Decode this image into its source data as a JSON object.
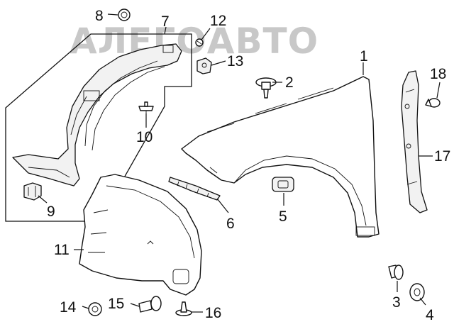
{
  "watermark": {
    "text": "АЛЕГОАВТО",
    "color": "#c8c8c8"
  },
  "callouts": [
    {
      "id": "c1",
      "label": "1"
    },
    {
      "id": "c2",
      "label": "2"
    },
    {
      "id": "c3",
      "label": "3"
    },
    {
      "id": "c4",
      "label": "4"
    },
    {
      "id": "c5",
      "label": "5"
    },
    {
      "id": "c6",
      "label": "6"
    },
    {
      "id": "c7",
      "label": "7"
    },
    {
      "id": "c8",
      "label": "8"
    },
    {
      "id": "c9",
      "label": "9"
    },
    {
      "id": "c10",
      "label": "10"
    },
    {
      "id": "c11",
      "label": "11"
    },
    {
      "id": "c12",
      "label": "12"
    },
    {
      "id": "c13",
      "label": "13"
    },
    {
      "id": "c14",
      "label": "14"
    },
    {
      "id": "c15",
      "label": "15"
    },
    {
      "id": "c16",
      "label": "16"
    },
    {
      "id": "c17",
      "label": "17"
    },
    {
      "id": "c18",
      "label": "18"
    }
  ]
}
